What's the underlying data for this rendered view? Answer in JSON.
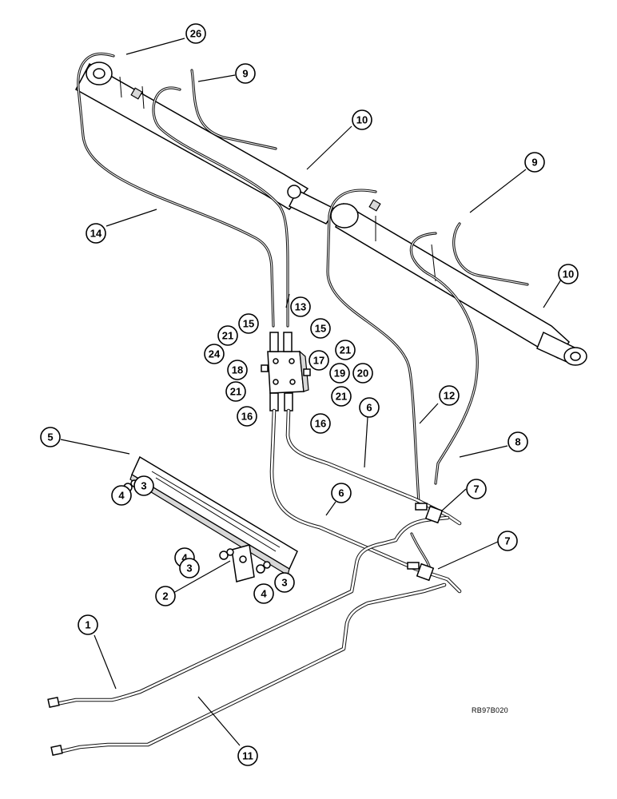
{
  "figure_code": "RB97B020",
  "callouts": [
    {
      "label": "26"
    },
    {
      "label": "9"
    },
    {
      "label": "10"
    },
    {
      "label": "9"
    },
    {
      "label": "14"
    },
    {
      "label": "10"
    },
    {
      "label": "13"
    },
    {
      "label": "15"
    },
    {
      "label": "15"
    },
    {
      "label": "21"
    },
    {
      "label": "21"
    },
    {
      "label": "24"
    },
    {
      "label": "17"
    },
    {
      "label": "18"
    },
    {
      "label": "19"
    },
    {
      "label": "20"
    },
    {
      "label": "21"
    },
    {
      "label": "21"
    },
    {
      "label": "16"
    },
    {
      "label": "16"
    },
    {
      "label": "12"
    },
    {
      "label": "6"
    },
    {
      "label": "5"
    },
    {
      "label": "8"
    },
    {
      "label": "7"
    },
    {
      "label": "6"
    },
    {
      "label": "4"
    },
    {
      "label": "3"
    },
    {
      "label": "7"
    },
    {
      "label": "4"
    },
    {
      "label": "3"
    },
    {
      "label": "3"
    },
    {
      "label": "4"
    },
    {
      "label": "2"
    },
    {
      "label": "1"
    },
    {
      "label": "11"
    }
  ]
}
